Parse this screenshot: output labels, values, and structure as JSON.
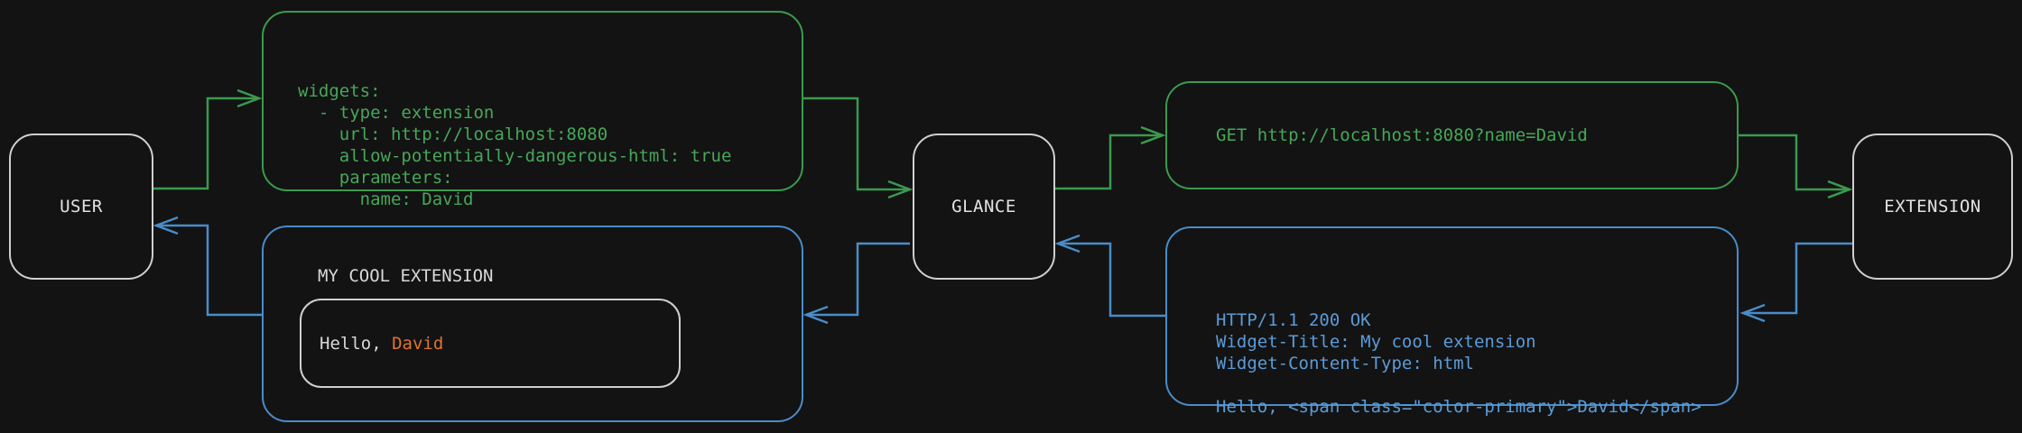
{
  "colors": {
    "background": "#131313",
    "node_border": "#cfcfcf",
    "light_text": "#d9d9d9",
    "green": "#3a9a4e",
    "green_text": "#46a758",
    "blue": "#4a8cc9",
    "blue_text": "#5b9bd8",
    "orange": "#de7430"
  },
  "nodes": {
    "user": "USER",
    "glance": "GLANCE",
    "extension": "EXTENSION"
  },
  "config_snippet": {
    "lines": [
      "widgets:",
      "  - type: extension",
      "    url: http://localhost:8080",
      "    allow-potentially-dangerous-html: true",
      "    parameters:",
      "      name: David"
    ]
  },
  "request_snippet": {
    "text": "GET http://localhost:8080?name=David"
  },
  "response_snippet": {
    "lines": [
      "HTTP/1.1 200 OK",
      "Widget-Title: My cool extension",
      "Widget-Content-Type: html",
      "",
      "Hello, <span class=\"color-primary\">David</span>"
    ]
  },
  "widget_preview": {
    "title": "MY COOL EXTENSION",
    "greeting_prefix": "Hello, ",
    "greeting_name": "David"
  }
}
